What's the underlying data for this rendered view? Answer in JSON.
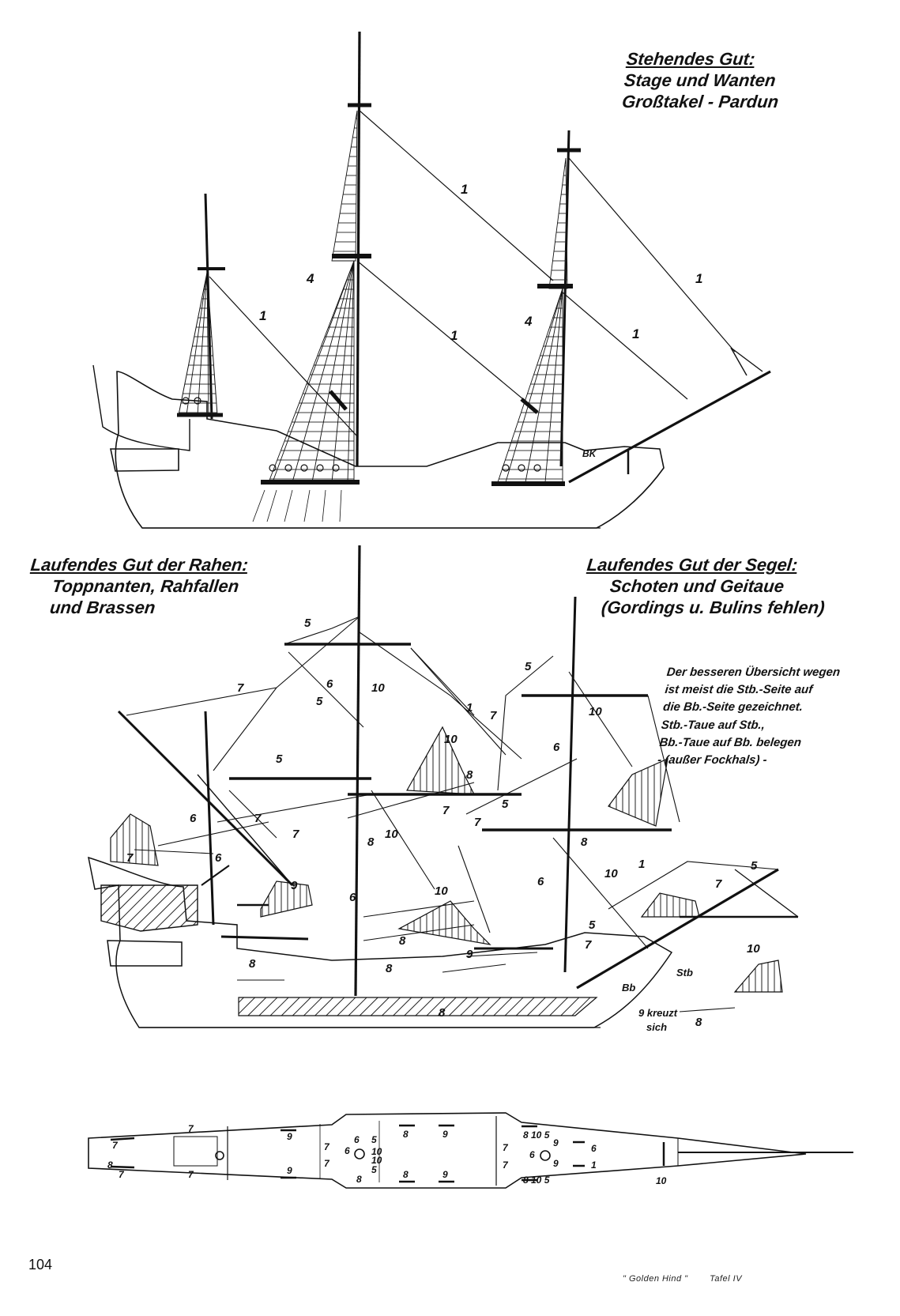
{
  "captions": {
    "standing_rigging": {
      "heading": "Stehendes Gut:",
      "line1": "Stage und Wanten",
      "line2": "Großtakel - Pardun"
    },
    "running_rigging_yards": {
      "heading": "Laufendes Gut der Rahen:",
      "line1": "Toppnanten, Rahfallen",
      "line2": "und Brassen"
    },
    "running_rigging_sails": {
      "heading": "Laufendes Gut der Segel:",
      "line1": "Schoten und Geitaue",
      "line2": "(Gordings u. Bulins fehlen)"
    },
    "note": {
      "line1": "Der besseren Übersicht wegen",
      "line2": "ist meist die Stb.-Seite auf",
      "line3": "die Bb.-Seite gezeichnet.",
      "line4": "Stb.-Taue auf Stb.,",
      "line5": "Bb.-Taue auf Bb. belegen",
      "line6": "- (außer Fockhals) -"
    }
  },
  "labels": {
    "stay": "1",
    "shroud": "4",
    "bk": "BK",
    "topping_lift": "5",
    "halyard": "6",
    "brace": "7",
    "sheet": "8",
    "clewline": "9",
    "tack": "10",
    "stb": "Stb",
    "bb": "Bb",
    "crosses_line1": "9 kreuzt",
    "crosses_line2": "sich",
    "deck_8_10_5": "8 10 5"
  },
  "page_number": "104",
  "footer": {
    "title": "\" Golden Hind \"",
    "plate": "Tafel IV"
  }
}
